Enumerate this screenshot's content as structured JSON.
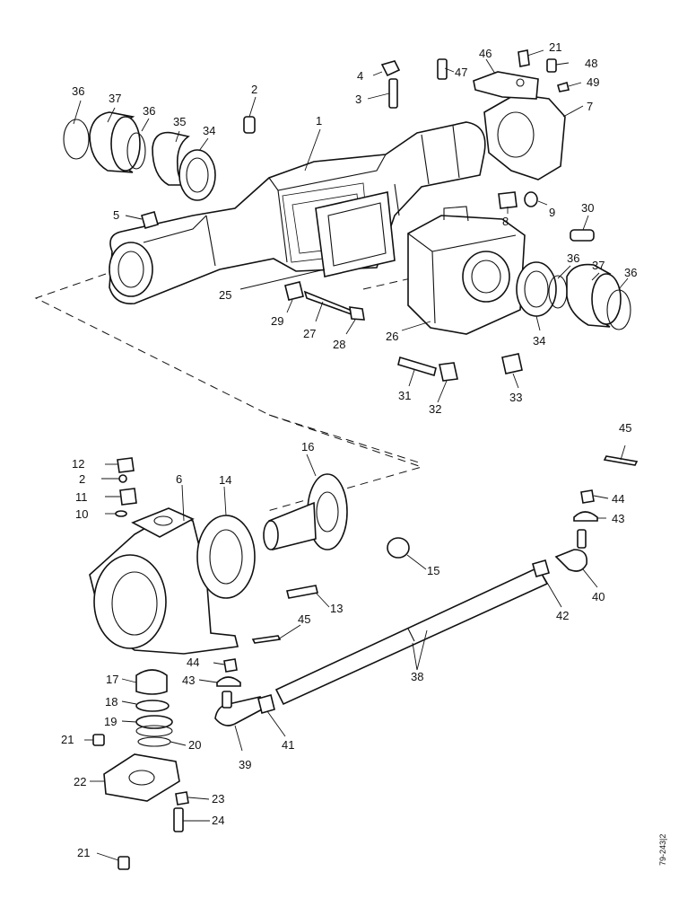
{
  "drawing_ref": "79-243|2",
  "callouts": [
    {
      "id": "c36a",
      "label": "36"
    },
    {
      "id": "c37a",
      "label": "37"
    },
    {
      "id": "c36b",
      "label": "36"
    },
    {
      "id": "c35",
      "label": "35"
    },
    {
      "id": "c34a",
      "label": "34"
    },
    {
      "id": "c2a",
      "label": "2"
    },
    {
      "id": "c1",
      "label": "1"
    },
    {
      "id": "c4",
      "label": "4"
    },
    {
      "id": "c3",
      "label": "3"
    },
    {
      "id": "c47",
      "label": "47"
    },
    {
      "id": "c46",
      "label": "46"
    },
    {
      "id": "c21a",
      "label": "21"
    },
    {
      "id": "c48",
      "label": "48"
    },
    {
      "id": "c49",
      "label": "49"
    },
    {
      "id": "c7",
      "label": "7"
    },
    {
      "id": "c5",
      "label": "5"
    },
    {
      "id": "c8",
      "label": "8"
    },
    {
      "id": "c9",
      "label": "9"
    },
    {
      "id": "c30",
      "label": "30"
    },
    {
      "id": "c25",
      "label": "25"
    },
    {
      "id": "c29",
      "label": "29"
    },
    {
      "id": "c27",
      "label": "27"
    },
    {
      "id": "c28",
      "label": "28"
    },
    {
      "id": "c26",
      "label": "26"
    },
    {
      "id": "c36c",
      "label": "36"
    },
    {
      "id": "c37b",
      "label": "37"
    },
    {
      "id": "c36d",
      "label": "36"
    },
    {
      "id": "c34b",
      "label": "34"
    },
    {
      "id": "c31",
      "label": "31"
    },
    {
      "id": "c32",
      "label": "32"
    },
    {
      "id": "c33",
      "label": "33"
    },
    {
      "id": "c12",
      "label": "12"
    },
    {
      "id": "c2b",
      "label": "2"
    },
    {
      "id": "c11",
      "label": "11"
    },
    {
      "id": "c10",
      "label": "10"
    },
    {
      "id": "c6",
      "label": "6"
    },
    {
      "id": "c14",
      "label": "14"
    },
    {
      "id": "c16",
      "label": "16"
    },
    {
      "id": "c15",
      "label": "15"
    },
    {
      "id": "c13",
      "label": "13"
    },
    {
      "id": "c45a",
      "label": "45"
    },
    {
      "id": "c44a",
      "label": "44"
    },
    {
      "id": "c43a",
      "label": "43"
    },
    {
      "id": "c40",
      "label": "40"
    },
    {
      "id": "c42",
      "label": "42"
    },
    {
      "id": "c45b",
      "label": "45"
    },
    {
      "id": "c44b",
      "label": "44"
    },
    {
      "id": "c43b",
      "label": "43"
    },
    {
      "id": "c38",
      "label": "38"
    },
    {
      "id": "c17",
      "label": "17"
    },
    {
      "id": "c18",
      "label": "18"
    },
    {
      "id": "c19",
      "label": "19"
    },
    {
      "id": "c20",
      "label": "20"
    },
    {
      "id": "c21b",
      "label": "21"
    },
    {
      "id": "c39",
      "label": "39"
    },
    {
      "id": "c41",
      "label": "41"
    },
    {
      "id": "c22",
      "label": "22"
    },
    {
      "id": "c23",
      "label": "23"
    },
    {
      "id": "c24",
      "label": "24"
    },
    {
      "id": "c21c",
      "label": "21"
    }
  ]
}
